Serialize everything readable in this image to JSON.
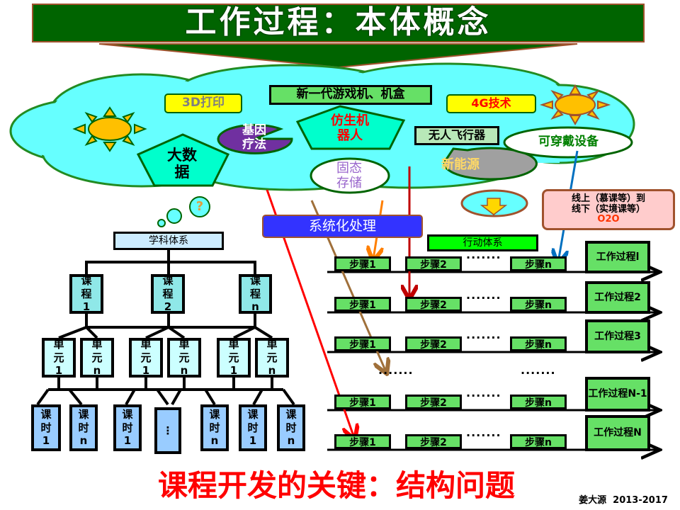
{
  "title": "工作过程：本体概念",
  "cloud_items": {
    "printing_3d": "3D打印",
    "game_console": "新一代游戏机、机盒",
    "tech_4g": "4G技术",
    "big_data": "大数据",
    "gene_therapy": "基因疗法",
    "bionic_robot": "仿生机器人",
    "solid_storage": "固态存储",
    "drone": "无人飞行器",
    "new_energy": "新能源",
    "wearable": "可穿戴设备"
  },
  "question_mark": "?",
  "systematic_processing": "系统化处理",
  "o2o_note": {
    "line1": "线上（慕课等）到",
    "line2": "线下（实境课等）",
    "line3": "O2O"
  },
  "subject_system": {
    "title": "学科体系",
    "courses": [
      "课程1",
      "课程2",
      "课程n"
    ],
    "units": [
      "单元1",
      "单元n",
      "单元1",
      "单元n",
      "单元1",
      "单元n"
    ],
    "lessons": [
      "课时1",
      "课时n",
      "课时1",
      "⋮",
      "课时n",
      "课时1",
      "课时n"
    ]
  },
  "action_system": {
    "title": "行动体系",
    "rows": [
      {
        "steps": [
          "步骤1",
          "步骤2",
          "步骤n"
        ],
        "process": "工作过程l"
      },
      {
        "steps": [
          "步骤1",
          "步骤2",
          "步骤n"
        ],
        "process": "工作过程2"
      },
      {
        "steps": [
          "步骤1",
          "步骤2",
          "步骤n"
        ],
        "process": "工作过程3"
      },
      {
        "steps": [
          "步骤1",
          "步骤2",
          "步骤n"
        ],
        "process": "工作过程N-1"
      },
      {
        "steps": [
          "步骤1",
          "步骤2",
          "步骤n"
        ],
        "process": "工作过程N"
      }
    ],
    "ellipsis": "·······"
  },
  "footer": {
    "key_statement": "课程开发的关键：结构问题",
    "author": "姜大源  2013-2017"
  },
  "colors": {
    "banner": "#006400",
    "cloud": "#66ffff",
    "accent_red": "#ff0000",
    "step_green": "#66e066"
  }
}
